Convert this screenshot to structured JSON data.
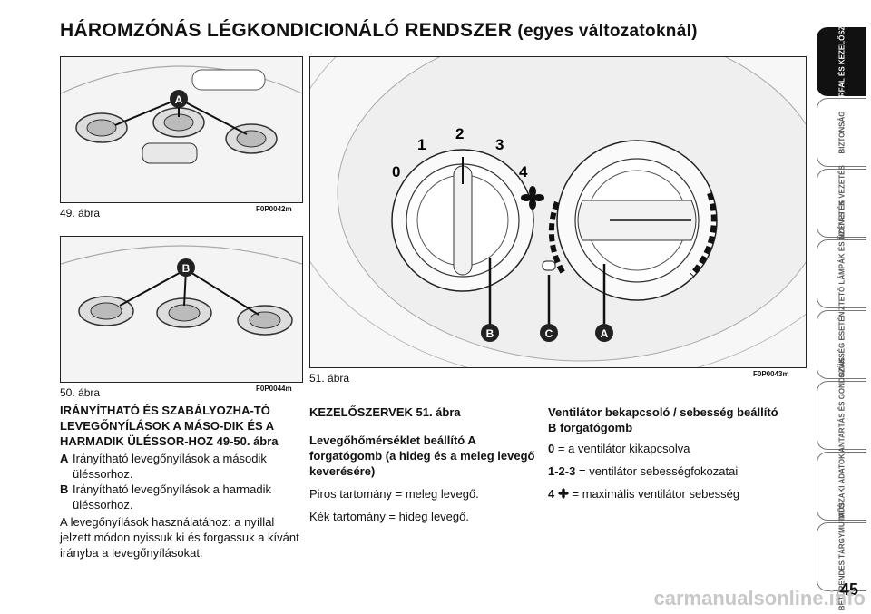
{
  "title": {
    "main": "HÁROMZÓNÁS LÉGKONDICIONÁLÓ RENDSZER",
    "sub": "(egyes változatoknál)"
  },
  "figures": {
    "fig49": {
      "caption": "49. ábra",
      "code": "F0P0042m",
      "marker": "A"
    },
    "fig50": {
      "caption": "50. ábra",
      "code": "F0P0044m",
      "marker": "B"
    },
    "fig51": {
      "caption": "51. ábra",
      "code": "F0P0043m",
      "dial_numbers": [
        "0",
        "1",
        "2",
        "3",
        "4"
      ],
      "markers": [
        "B",
        "C",
        "A"
      ]
    }
  },
  "left_column": {
    "heading": "IRÁNYÍTHATÓ ÉS SZABÁLYOZHA-TÓ LEVEGŐNYÍLÁSOK A MÁSO-DIK ÉS A HARMADIK ÜLÉSSOR-HOZ 49-50. ábra",
    "items": [
      {
        "key": "A",
        "text": "Irányítható levegőnyílások a második üléssorhoz."
      },
      {
        "key": "B",
        "text": "Irányítható levegőnyílások a harmadik üléssorhoz."
      }
    ],
    "paragraph": "A levegőnyílások használatához: a nyíllal jelzett módon nyissuk ki és forgassuk a kívánt irányba a levegőnyílásokat."
  },
  "middle_column": {
    "heading": "KEZELŐSZERVEK 51. ábra",
    "subheading": "Levegőhőmérséklet beállító A forgatógomb (a hideg és a meleg levegő keverésére)",
    "line1": "Piros tartomány = meleg levegő.",
    "line2": "Kék tartomány = hideg levegő."
  },
  "right_column": {
    "heading": "Ventilátor bekapcsoló / sebesség beállító B forgatógomb",
    "items": [
      {
        "key": "0",
        "text": "= a ventilátor kikapcsolva"
      },
      {
        "key": "1-2-3",
        "text": "= ventilátor sebességfokozatai"
      },
      {
        "key": "4",
        "icon": "fan-icon",
        "text": "= maximális ventilátor sebesség"
      }
    ]
  },
  "sidebar": {
    "tabs": [
      {
        "label": "MŰSZERFAL ÉS KEZELŐSZERVEK",
        "active": true
      },
      {
        "label": "BIZTONSÁG",
        "active": false
      },
      {
        "label": "INDÍTÁS ÉS VEZETÉS",
        "active": false
      },
      {
        "label": "FIGYELMEZTETŐ LÁMPÁK ÉS ÜZENETEK",
        "active": false
      },
      {
        "label": "SZÜKSÉG ESETÉN",
        "active": false
      },
      {
        "label": "KARBANTARTÁS ÉS GONDOZÁS",
        "active": false
      },
      {
        "label": "MŰSZAKI ADATOK",
        "active": false
      },
      {
        "label": "BETŰRENDES TÁRGYMUTATÓ",
        "active": false
      }
    ]
  },
  "page_number": "45",
  "watermark": "carmanualsonline.info"
}
